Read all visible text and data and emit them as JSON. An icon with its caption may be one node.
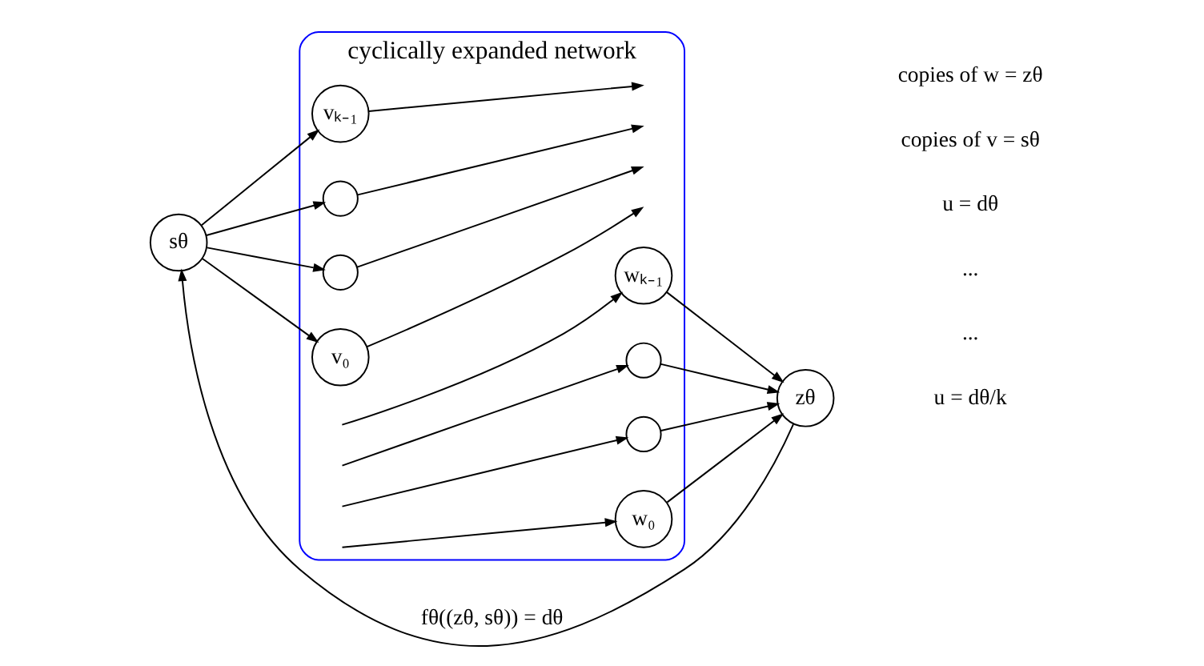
{
  "diagram": {
    "nodes": [
      {
        "text": [
          "sθ"
        ]
      },
      {
        "text": [
          "zθ"
        ]
      },
      {
        "text": [
          "cyclically expanded network"
        ]
      },
      {
        "text": [
          "vₖ₋₁"
        ],
        "in": 2
      },
      {
        "text": [
          "wₖ₋₁"
        ],
        "in": 2
      },
      {
        "text": [],
        "shape": "circle",
        "in": 2
      },
      {
        "text": [],
        "shape": "circle",
        "in": 2
      },
      {
        "text": [],
        "shape": "circle",
        "in": 2
      },
      {
        "text": [],
        "shape": "circle",
        "in": 2
      },
      {
        "text": [
          "v₀"
        ],
        "in": 2
      },
      {
        "text": [
          "w₀"
        ],
        "in": 2
      }
    ],
    "edges": [
      {
        "from": 1,
        "to": 0,
        "arrow": "to",
        "label": "fθ((zθ, sθ)) = dθ"
      },
      {
        "from": 0,
        "to": 3,
        "arrow": "to"
      },
      {
        "from": 0,
        "to": 5,
        "arrow": "to"
      },
      {
        "from": 0,
        "to": 7,
        "arrow": "to"
      },
      {
        "from": 0,
        "to": 9,
        "arrow": "to"
      },
      {
        "from": 3,
        "to": null,
        "arrow": "to"
      },
      {
        "from": 5,
        "to": null,
        "arrow": "to"
      },
      {
        "from": 7,
        "to": null,
        "arrow": "to"
      },
      {
        "from": 9,
        "to": null,
        "arrow": "to"
      },
      {
        "from": null,
        "to": 4,
        "arrow": "to"
      },
      {
        "from": null,
        "to": 6,
        "arrow": "to"
      },
      {
        "from": null,
        "to": 8,
        "arrow": "to"
      },
      {
        "from": null,
        "to": 10,
        "arrow": "to"
      },
      {
        "from": 4,
        "to": 1,
        "arrow": "to"
      },
      {
        "from": 6,
        "to": 1,
        "arrow": "to"
      },
      {
        "from": 8,
        "to": 1,
        "arrow": "to"
      },
      {
        "from": 10,
        "to": 1,
        "arrow": "to"
      }
    ],
    "labels": [
      "u = dθ/k",
      "...",
      "...",
      "u = dθ",
      "copies of v = sθ",
      "copies of w = zθ"
    ]
  }
}
